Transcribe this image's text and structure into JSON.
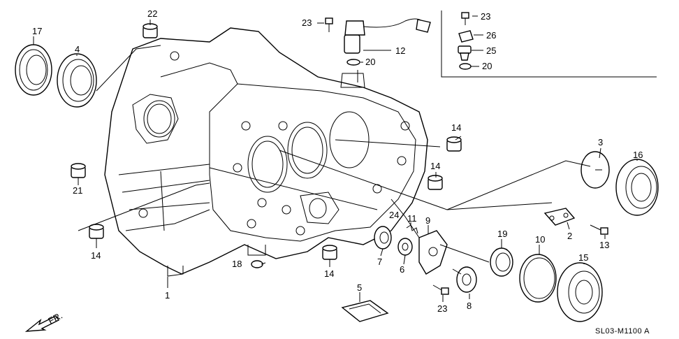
{
  "diagram": {
    "code": "SL03-M1100 A",
    "direction": "FR.",
    "callouts": [
      {
        "id": "c17",
        "text": "17"
      },
      {
        "id": "c4",
        "text": "4"
      },
      {
        "id": "c22",
        "text": "22"
      },
      {
        "id": "c23a",
        "text": "23"
      },
      {
        "id": "c12",
        "text": "12"
      },
      {
        "id": "c20a",
        "text": "20"
      },
      {
        "id": "c23b",
        "text": "23"
      },
      {
        "id": "c26",
        "text": "26"
      },
      {
        "id": "c25",
        "text": "25"
      },
      {
        "id": "c20b",
        "text": "20"
      },
      {
        "id": "c14a",
        "text": "14"
      },
      {
        "id": "c14b",
        "text": "14"
      },
      {
        "id": "c3",
        "text": "3"
      },
      {
        "id": "c16",
        "text": "16"
      },
      {
        "id": "c21",
        "text": "21"
      },
      {
        "id": "c24",
        "text": "24"
      },
      {
        "id": "c11",
        "text": "11"
      },
      {
        "id": "c9",
        "text": "9"
      },
      {
        "id": "c2",
        "text": "2"
      },
      {
        "id": "c13",
        "text": "13"
      },
      {
        "id": "c14c",
        "text": "14"
      },
      {
        "id": "c18",
        "text": "18"
      },
      {
        "id": "c7",
        "text": "7"
      },
      {
        "id": "c6",
        "text": "6"
      },
      {
        "id": "c19",
        "text": "19"
      },
      {
        "id": "c10",
        "text": "10"
      },
      {
        "id": "c15",
        "text": "15"
      },
      {
        "id": "c14d",
        "text": "14"
      },
      {
        "id": "c1",
        "text": "1"
      },
      {
        "id": "c5",
        "text": "5"
      },
      {
        "id": "c8",
        "text": "8"
      },
      {
        "id": "c23c",
        "text": "23"
      }
    ]
  }
}
